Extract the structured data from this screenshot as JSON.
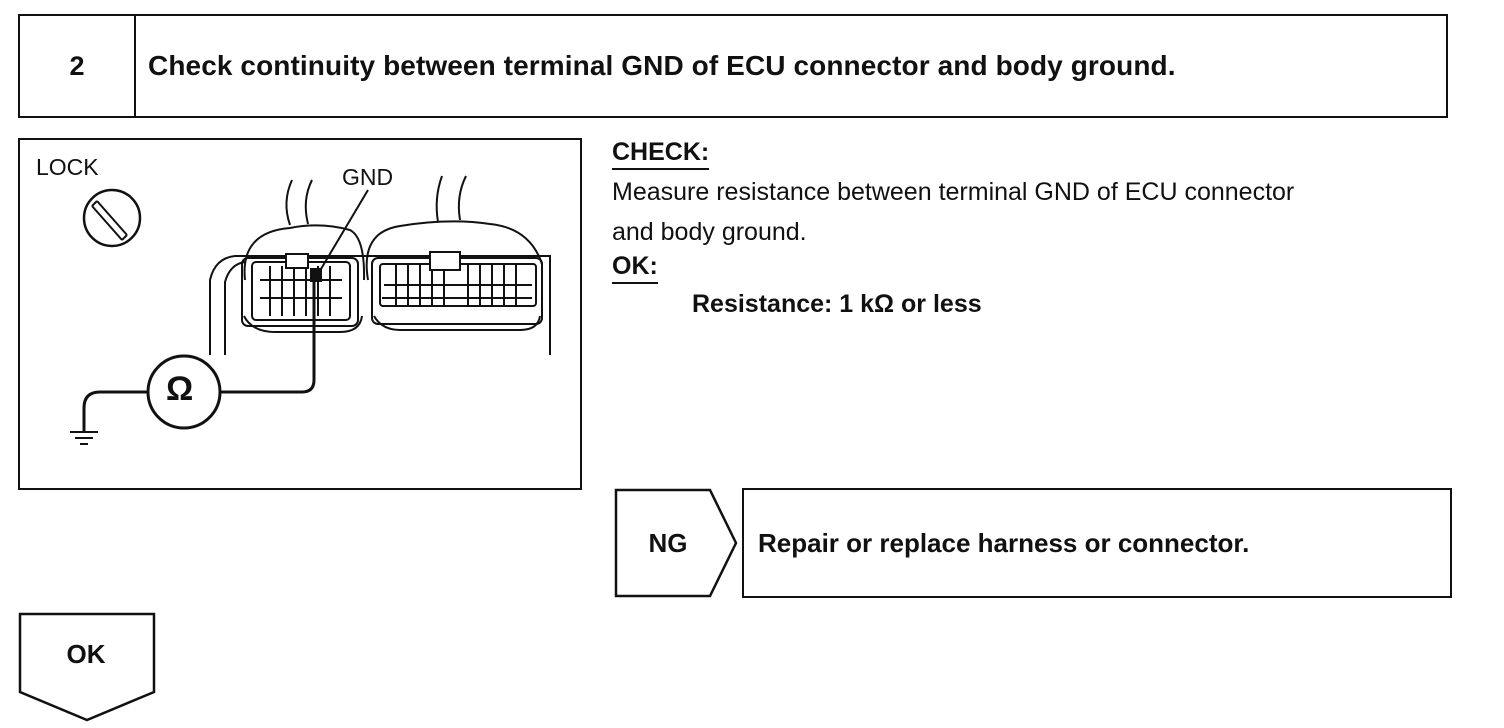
{
  "step": {
    "number": "2",
    "title": "Check continuity between terminal GND of ECU connector and body ground."
  },
  "diagram": {
    "lock_label": "LOCK",
    "gnd_label": "GND",
    "meter_symbol": "Ω",
    "icons": [
      "lock-icon",
      "ohmmeter-icon",
      "ground-icon",
      "ecu-connector-icon"
    ]
  },
  "check": {
    "heading": "CHECK:",
    "line1": "Measure resistance between terminal GND of ECU connector",
    "line2": "and body ground.",
    "ok_heading": "OK:",
    "ok_spec": "Resistance: 1 kΩ or less"
  },
  "ng": {
    "label": "NG",
    "result": "Repair or replace harness or connector."
  },
  "ok": {
    "label": "OK"
  }
}
